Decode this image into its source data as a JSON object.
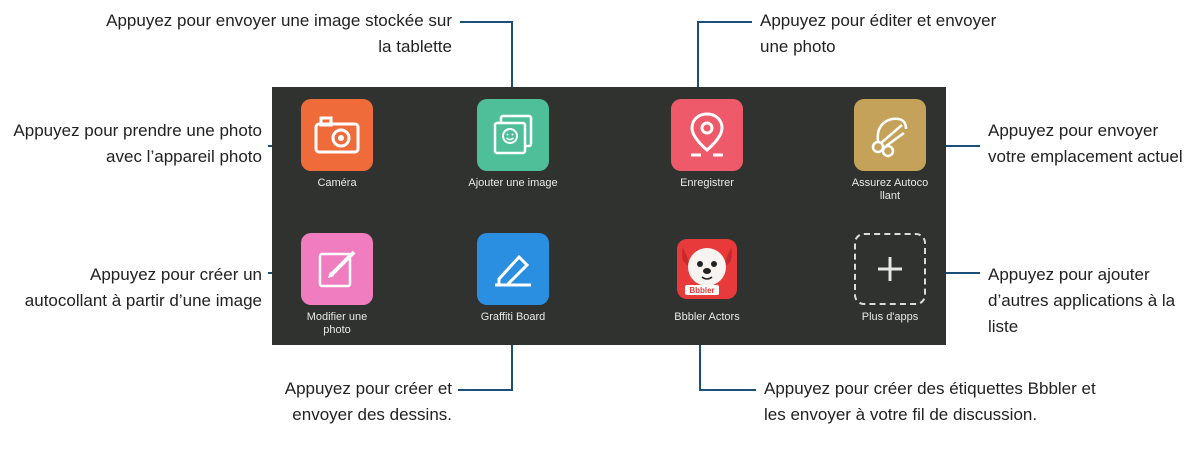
{
  "colors": {
    "panel": "#2f322f",
    "camera": "#f06b3a",
    "add_image": "#4fbf9a",
    "record": "#ee5a6a",
    "sticker": "#c4a25a",
    "modify": "#f07dc0",
    "graffiti": "#2a8fe0",
    "bbbler": "#e83a3a",
    "line": "#1a4f7a"
  },
  "apps": {
    "camera": {
      "label": "Caméra",
      "icon": "camera-icon"
    },
    "add_image": {
      "label": "Ajouter une image",
      "icon": "photo-stack-icon"
    },
    "record": {
      "label": "Enregistrer",
      "icon": "location-pin-icon"
    },
    "sticker": {
      "label": "Assurez Autoco llant",
      "icon": "scissors-icon"
    },
    "modify_photo": {
      "label": "Modifier une photo",
      "icon": "edit-pencil-icon"
    },
    "graffiti": {
      "label": "Graffiti Board",
      "icon": "graffiti-pencil-icon"
    },
    "bbbler": {
      "label": "Bbbler Actors",
      "icon": "bbbler-dog-icon",
      "badge": "Bbbler"
    },
    "more_apps": {
      "label": "Plus d'apps",
      "icon": "plus-icon"
    }
  },
  "callouts": {
    "camera": "Appuyez pour prendre une photo avec l’appareil photo",
    "add_image": "Appuyez pour envoyer une image stockée sur la tablette",
    "record": "Appuyez pour éditer et envoyer une photo",
    "sticker": "Appuyez pour envoyer votre emplacement actuel",
    "modify_photo": "Appuyez pour créer un autocollant à partir d’une image",
    "graffiti": "Appuyez pour créer et envoyer des dessins.",
    "bbbler": "Appuyez pour créer des étiquettes Bbbler et les envoyer à votre fil de discussion.",
    "more_apps": "Appuyez pour ajouter d’autres applications à la liste"
  }
}
